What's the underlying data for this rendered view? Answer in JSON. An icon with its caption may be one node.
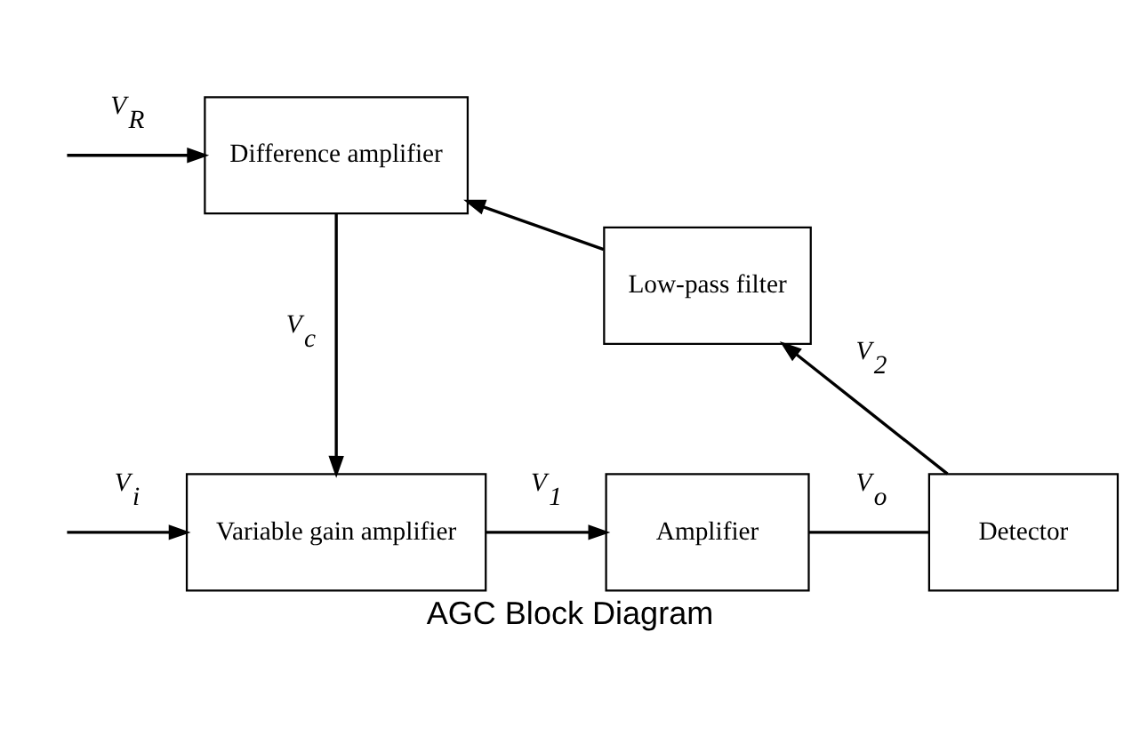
{
  "diagram": {
    "caption": "AGC Block Diagram",
    "nodes": [
      {
        "text": [
          "Variable gain amplifier"
        ]
      },
      {
        "text": [
          "Amplifier"
        ]
      },
      {
        "text": [
          "Detector"
        ]
      },
      {
        "text": [
          "Low-pass filter"
        ]
      },
      {
        "text": [
          "Difference amplifier"
        ]
      }
    ],
    "edges": [
      {
        "from": null,
        "to": 0,
        "arrow": "to",
        "label": "V$_{i}$"
      },
      {
        "from": 0,
        "to": 1,
        "arrow": "to",
        "label": "V$_{1}$"
      },
      {
        "from": 1,
        "to": 2,
        "arrow": "none",
        "label": "V$_{o}$"
      },
      {
        "from": 2,
        "to": 3,
        "arrow": "to",
        "label": "V$_{2}$"
      },
      {
        "from": 3,
        "to": 4,
        "arrow": "to"
      },
      {
        "from": null,
        "to": 4,
        "arrow": "to",
        "label": "V$_{R}$"
      },
      {
        "from": 4,
        "to": 0,
        "arrow": "to",
        "label": "V$_{c}$"
      }
    ]
  }
}
